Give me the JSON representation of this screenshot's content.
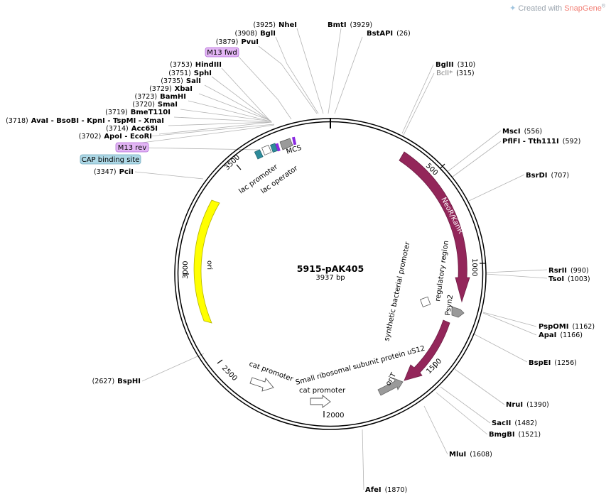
{
  "credit": {
    "prefix": "Created with ",
    "brand": "SnapGene",
    "reg": "®"
  },
  "plasmid": {
    "name": "5915-pAK405",
    "size_label": "3937 bp"
  },
  "ticks": [
    "500",
    "1000",
    "1500",
    "2000",
    "2500",
    "3000",
    "3500"
  ],
  "enzymes": [
    {
      "id": "nhe",
      "pos": "(3925)",
      "name": "NheI"
    },
    {
      "id": "bgl1",
      "pos": "(3908)",
      "name": "BglI"
    },
    {
      "id": "pvu",
      "pos": "(3879)",
      "name": "PvuI"
    },
    {
      "id": "hind",
      "pos": "(3753)",
      "name": "HindIII"
    },
    {
      "id": "sph",
      "pos": "(3751)",
      "name": "SphI"
    },
    {
      "id": "sal",
      "pos": "(3735)",
      "name": "SalI"
    },
    {
      "id": "xba",
      "pos": "(3729)",
      "name": "XbaI"
    },
    {
      "id": "bam",
      "pos": "(3723)",
      "name": "BamHI"
    },
    {
      "id": "sma",
      "pos": "(3720)",
      "name": "SmaI"
    },
    {
      "id": "bme",
      "pos": "(3719)",
      "name": "BmeT110I"
    },
    {
      "id": "ava",
      "pos": "(3718)",
      "name": "AvaI - BsoBI - KpnI - TspMI - XmaI"
    },
    {
      "id": "acc",
      "pos": "(3714)",
      "name": "Acc65I"
    },
    {
      "id": "apo",
      "pos": "(3702)",
      "name": "ApoI - EcoRI"
    },
    {
      "id": "pci",
      "pos": "(3347)",
      "name": "PciI"
    },
    {
      "id": "bsph",
      "pos": "(2627)",
      "name": "BspHI"
    },
    {
      "id": "bmt",
      "pos": "(3929)",
      "name": "BmtI"
    },
    {
      "id": "bst",
      "pos": "(26)",
      "name": "BstAPI"
    },
    {
      "id": "bgl2",
      "pos": "(310)",
      "name": "BglII"
    },
    {
      "id": "bcl",
      "pos": "(315)",
      "name": "BclI*"
    },
    {
      "id": "msc",
      "pos": "(556)",
      "name": "MscI"
    },
    {
      "id": "pfl",
      "pos": "(592)",
      "name": "PflFI - Tth111I"
    },
    {
      "id": "bsrd",
      "pos": "(707)",
      "name": "BsrDI"
    },
    {
      "id": "rsr",
      "pos": "(990)",
      "name": "RsrII"
    },
    {
      "id": "tso",
      "pos": "(1003)",
      "name": "TsoI"
    },
    {
      "id": "psp",
      "pos": "(1162)",
      "name": "PspOMI"
    },
    {
      "id": "apa",
      "pos": "(1166)",
      "name": "ApaI"
    },
    {
      "id": "bspe",
      "pos": "(1256)",
      "name": "BspEI"
    },
    {
      "id": "nru",
      "pos": "(1390)",
      "name": "NruI"
    },
    {
      "id": "sac",
      "pos": "(1482)",
      "name": "SacII"
    },
    {
      "id": "bmg",
      "pos": "(1521)",
      "name": "BmgBI"
    },
    {
      "id": "mlu",
      "pos": "(1608)",
      "name": "MluI"
    },
    {
      "id": "afe",
      "pos": "(1870)",
      "name": "AfeI"
    }
  ],
  "boxed_labels": {
    "m13fwd": "M13 fwd",
    "m13rev": "M13 rev",
    "cap": "CAP binding site"
  },
  "features": {
    "neo": "NeoR/KanR",
    "ori": "ori",
    "syn": "synthetic bacterial promoter",
    "reg": "regulatory region",
    "psyn": "Psyn2",
    "ribo": "Small ribosomal subunit protein uS12",
    "orit": "oriT",
    "cat1": "cat promoter",
    "cat2": "cat promoter",
    "lacp": "lac promoter",
    "laco": "lac operator",
    "mcs": "MCS"
  },
  "colors": {
    "neo": "#93265a",
    "ori": "#ffff00",
    "grey": "#9a9a9a",
    "teal": "#2e8b9a",
    "purple": "#8a2be2",
    "m13": "#e3b6f5",
    "cap": "#add8e6"
  }
}
